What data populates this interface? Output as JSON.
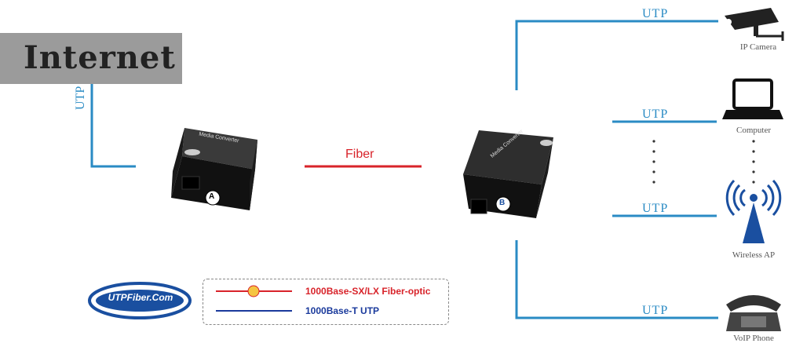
{
  "internet": {
    "label": "Internet"
  },
  "links": {
    "internet_utp": "UTP",
    "fiber": "Fiber",
    "utp_camera": "UTP",
    "utp_computer": "UTP",
    "utp_wireless": "UTP",
    "utp_phone": "UTP"
  },
  "converters": {
    "a": {
      "badge": "A",
      "text": "Media Converter"
    },
    "b": {
      "badge": "B",
      "text": "Media Converter"
    }
  },
  "devices": {
    "camera": "IP Camera",
    "computer": "Computer",
    "wireless": "Wireless AP",
    "phone": "VoIP Phone"
  },
  "logo": {
    "text": "UTPFiber.Com"
  },
  "legend": {
    "fiber": {
      "label": "1000Base-SX/LX Fiber-optic",
      "color": "#d8232a"
    },
    "utp": {
      "label": "1000Base-T UTP",
      "color": "#1a3a9c"
    }
  },
  "colors": {
    "utp_line": "#2a8bc4",
    "fiber_line": "#d8232a"
  }
}
